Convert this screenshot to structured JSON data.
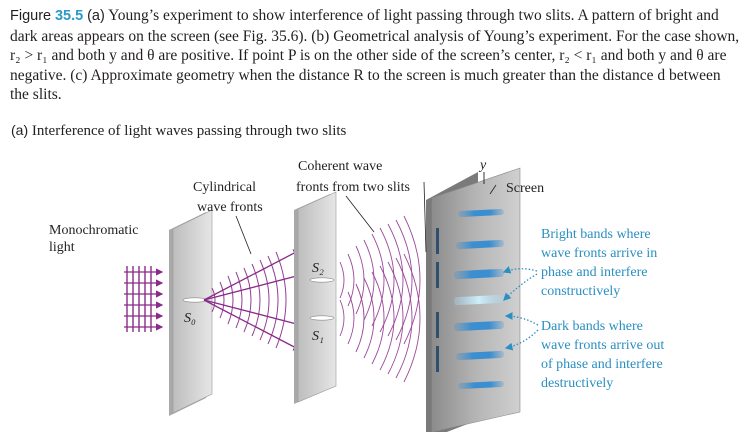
{
  "caption": {
    "label": "Figure",
    "number": "35.5",
    "part_a": "(a)",
    "text": "Young’s experiment to show interference of light passing through two slits. A pattern of bright and dark areas appears on the screen (see Fig. 35.6). (b) Geometrical analysis of Young’s experiment. For the case shown, r₂ > r₁ and both y and θ are positive. If point P is on the other side of the screen’s center, r₂ < r₁ and both y and θ are negative. (c) Approximate geometry when the distance R to the screen is much greater than the distance d between the slits."
  },
  "subtitle": {
    "part": "(a)",
    "text": "Interference of light waves passing through two slits"
  },
  "labels": {
    "monochromatic_1": "Monochromatic",
    "monochromatic_2": "light",
    "cylindrical_1": "Cylindrical",
    "cylindrical_2": "wave fronts",
    "coherent_1": "Coherent wave",
    "coherent_2": "fronts from two slits",
    "y_axis": "y",
    "screen": "Screen",
    "s0": "S₀",
    "s1": "S₁",
    "s2": "S₂",
    "bright_1": "Bright bands where",
    "bright_2": "wave fronts arrive in",
    "bright_3": "phase and interfere",
    "bright_4": "constructively",
    "dark_1": "Dark bands where",
    "dark_2": "wave fronts arrive out",
    "dark_3": "of phase and interfere",
    "dark_4": "destructively"
  },
  "colors": {
    "accent_blue": "#2a9ac6",
    "ray_purple": "#8a2a8a",
    "band_blue": "#3b8ed0"
  }
}
